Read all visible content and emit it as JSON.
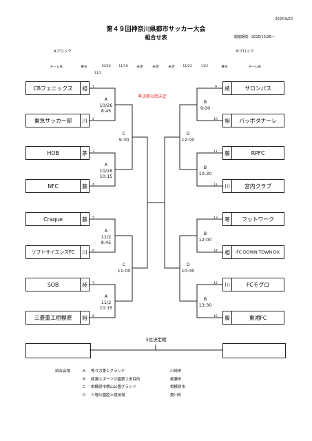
{
  "header": {
    "date": "2025/9/20",
    "title": "第４９回神奈川県都市サッカー大会",
    "subtitle": "組合せ表",
    "period": "開催期間：2025/10/26〜"
  },
  "blocks": {
    "left": "Aブロック",
    "right": "Bブロック"
  },
  "columns": {
    "left_team": "チーム名",
    "left_city": "番号",
    "d1": "10/26",
    "d2": "11/16",
    "d3": "未定",
    "d4": "未定",
    "d5": "未定",
    "d6": "11/23",
    "d7": "11/2",
    "right_city": "番号",
    "right_team": "チーム名",
    "extra": "11/2"
  },
  "final_note": "準決勝以降未定",
  "left_teams": [
    {
      "name": "CBフェニックス",
      "city": "相",
      "seed": "1"
    },
    {
      "name": "東急サッカー部",
      "city": "川",
      "seed": "2"
    },
    {
      "name": "HOB",
      "city": "茅",
      "seed": "3"
    },
    {
      "name": "NFC",
      "city": "藤",
      "seed": "4"
    },
    {
      "name": "Craque",
      "city": "藤",
      "seed": "5"
    },
    {
      "name": "ソフトサイエンスFC",
      "city": "川",
      "seed": "6"
    },
    {
      "name": "SOB",
      "city": "綾",
      "seed": "7"
    },
    {
      "name": "三菱重工相模原",
      "city": "相",
      "seed": "8"
    }
  ],
  "right_teams": [
    {
      "name": "サロンパス",
      "city": "綾",
      "seed": "9"
    },
    {
      "name": "バッボダナーレ",
      "city": "相",
      "seed": "10"
    },
    {
      "name": "RPFC",
      "city": "藤",
      "seed": "11"
    },
    {
      "name": "宮内クラブ",
      "city": "川",
      "seed": "12"
    },
    {
      "name": "フットワーク",
      "city": "寒",
      "seed": "13"
    },
    {
      "name": "FC DOWN TOWN DX",
      "city": "相",
      "seed": "14"
    },
    {
      "name": "FCモグロ",
      "city": "川",
      "seed": "15"
    },
    {
      "name": "東湘FC",
      "city": "藤",
      "seed": "16"
    }
  ],
  "matches_left_r1": [
    {
      "venue": "A",
      "date": "10/26",
      "time": "8:45"
    },
    {
      "venue": "A",
      "date": "10/26",
      "time": "10:15"
    },
    {
      "venue": "A",
      "date": "11/2",
      "time": "8:45"
    },
    {
      "venue": "A",
      "date": "11/2",
      "time": "10:15"
    }
  ],
  "matches_left_r2": [
    {
      "venue": "C",
      "time": "9:30"
    },
    {
      "venue": "C",
      "time": "11:00"
    }
  ],
  "matches_right_r1": [
    {
      "venue": "B",
      "time": "9:00"
    },
    {
      "venue": "B",
      "time": "10:30"
    },
    {
      "venue": "B",
      "time": "12:00"
    },
    {
      "venue": "B",
      "time": "13:30"
    }
  ],
  "matches_right_r2": [
    {
      "venue": "D",
      "time": "12:00"
    },
    {
      "venue": "D",
      "time": "10:30"
    }
  ],
  "third_place": "3位決定戦",
  "venues": {
    "label": "試合会場",
    "rows": [
      {
        "code": "A",
        "name": "等々力第１グランド",
        "city": "川崎市"
      },
      {
        "code": "B",
        "name": "綾瀬スポーツ公園第２多目的",
        "city": "綾瀬市"
      },
      {
        "code": "C",
        "name": "相模原市横山公園グランド",
        "city": "相模原市"
      },
      {
        "code": "D",
        "name": "三増公園陸上競技場",
        "city": "愛川町"
      }
    ]
  }
}
